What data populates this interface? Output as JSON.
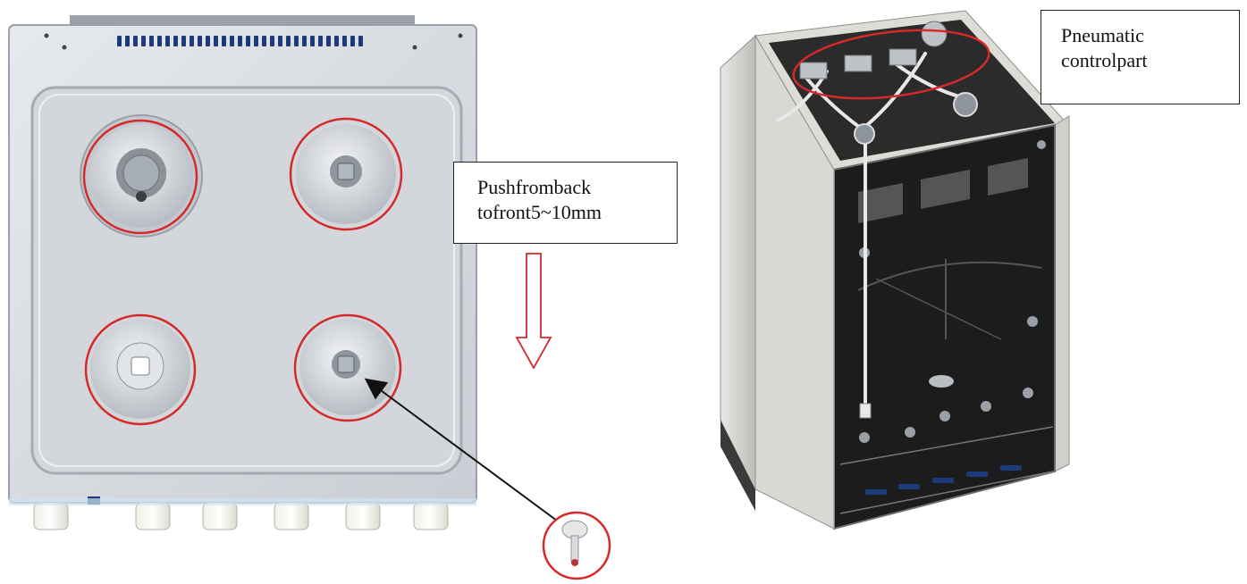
{
  "callouts": {
    "push": {
      "line1": "Pushfromback",
      "line2": "tofront5~10mm"
    },
    "pneumatic": {
      "line1": "Pneumatic",
      "line2": "controlpart"
    }
  },
  "colors": {
    "highlight_circle": "#d42a2a",
    "arrow_outline": "#d42a2a",
    "pointer_arrow": "#111111",
    "cooktop_panel": "#d7dbe0",
    "cooker_frame": "#1c1c1c"
  },
  "icons": [
    "down-arrow-icon",
    "pointer-arrow-icon",
    "screw-icon"
  ]
}
